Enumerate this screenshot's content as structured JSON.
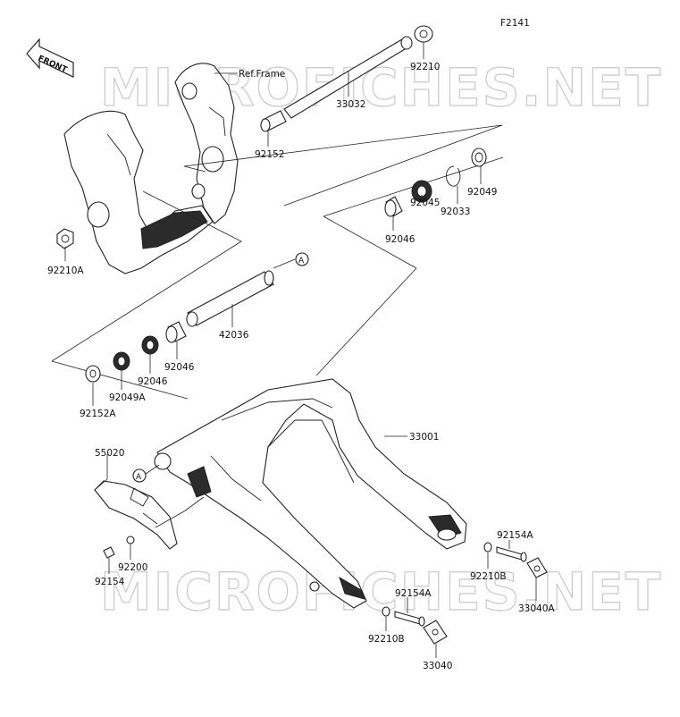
{
  "diagram_code": "F2141",
  "front_label": "FRONT",
  "ref_frame_label": "Ref.Frame",
  "watermark": "MICROFICHES.NET",
  "callout_letter": "A",
  "parts": [
    {
      "id": "p92210-top",
      "number": "92210"
    },
    {
      "id": "p33032",
      "number": "33032"
    },
    {
      "id": "p92152",
      "number": "92152"
    },
    {
      "id": "p92210A",
      "number": "92210A"
    },
    {
      "id": "p92049-top",
      "number": "92049"
    },
    {
      "id": "p92033",
      "number": "92033"
    },
    {
      "id": "p92045",
      "number": "92045"
    },
    {
      "id": "p92046-top",
      "number": "92046"
    },
    {
      "id": "p42036",
      "number": "42036"
    },
    {
      "id": "p92046-a",
      "number": "92046"
    },
    {
      "id": "p92046-b",
      "number": "92046"
    },
    {
      "id": "p92049A",
      "number": "92049A"
    },
    {
      "id": "p92152A",
      "number": "92152A"
    },
    {
      "id": "p33001",
      "number": "33001"
    },
    {
      "id": "p55020",
      "number": "55020"
    },
    {
      "id": "p92154A-r",
      "number": "92154A"
    },
    {
      "id": "p92210B-r",
      "number": "92210B"
    },
    {
      "id": "p33040A",
      "number": "33040A"
    },
    {
      "id": "p92200",
      "number": "92200"
    },
    {
      "id": "p92154",
      "number": "92154"
    },
    {
      "id": "p92154A-b",
      "number": "92154A"
    },
    {
      "id": "p92210B-b",
      "number": "92210B"
    },
    {
      "id": "p33040",
      "number": "33040"
    }
  ]
}
